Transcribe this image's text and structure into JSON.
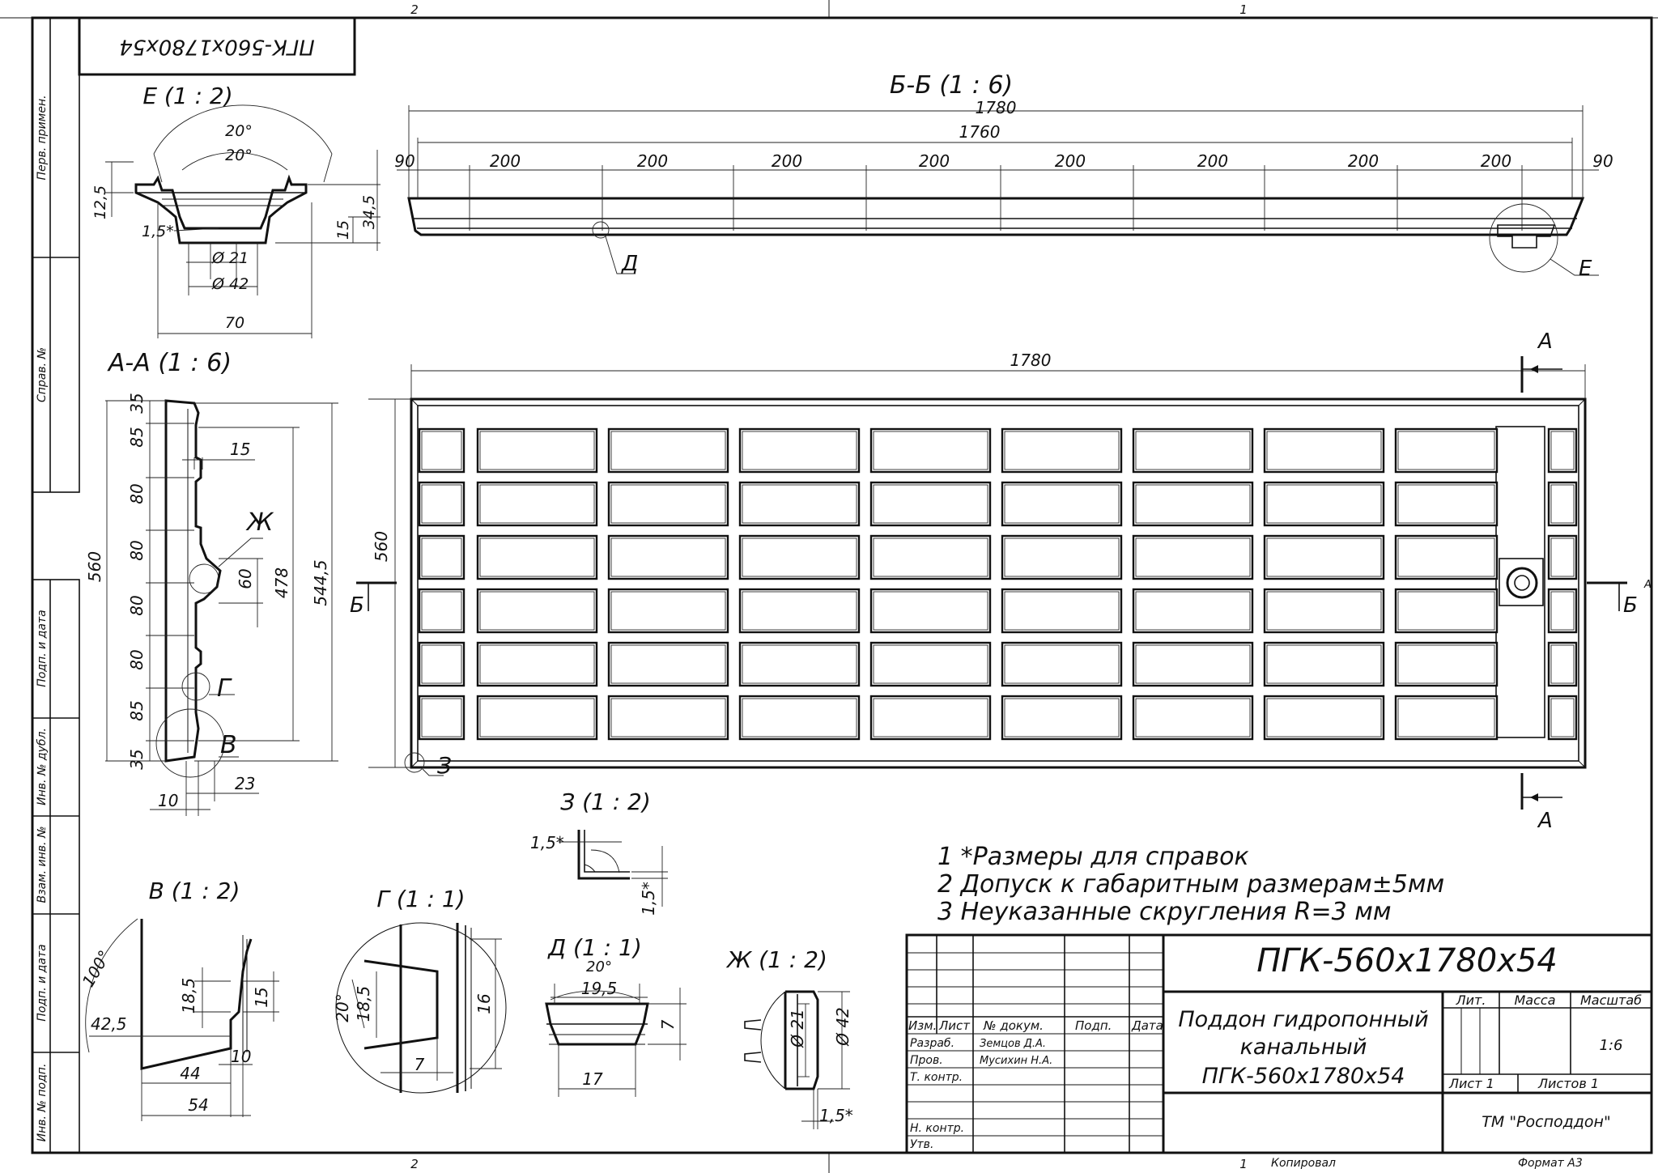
{
  "frame": {
    "top_zones": [
      "2",
      "1"
    ],
    "bottom_zones": [
      "2",
      "1"
    ],
    "stamp_label": "ПГК-560х1780х54",
    "side_labels": [
      "Перв. примен.",
      "Справ. №",
      "Подп. и дата",
      "Инв. № дубл.",
      "Взам. инв. №",
      "Подп. и дата",
      "Инв. № подп."
    ],
    "copy_label": "Копировал",
    "format_label": "Формат А3",
    "edge_mark": "А"
  },
  "views": {
    "E": {
      "title": "Е (1 : 2)",
      "dims": [
        "20°",
        "20°",
        "12,5",
        "1,5*",
        "34,5",
        "15",
        "Ø 21",
        "Ø 42",
        "70"
      ]
    },
    "BB": {
      "title": "Б-Б (1 : 6)",
      "total": "1780",
      "inner": "1760",
      "edge_left": "90",
      "edge_right": "90",
      "segments": [
        "200",
        "200",
        "200",
        "200",
        "200",
        "200",
        "200",
        "200"
      ],
      "leader_d": "Д",
      "leader_e": "Е"
    },
    "AA": {
      "title": "А-А (1 : 6)",
      "steps": [
        "35",
        "85",
        "80",
        "80",
        "80",
        "80",
        "85",
        "35"
      ],
      "width": "560",
      "d478": "478",
      "d544": "544,5",
      "d60": "60",
      "d15": "15",
      "d10": "10",
      "d23": "23",
      "leader_zh": "Ж",
      "leader_g": "Г",
      "leader_v": "В"
    },
    "plan": {
      "length": "1780",
      "width": "560",
      "cut_a": "А",
      "cut_b": "Б",
      "leader_z": "З"
    },
    "Z": {
      "title": "З (1 : 2)",
      "dims": [
        "1,5*",
        "1,5*"
      ]
    },
    "V": {
      "title": "В (1 : 2)",
      "dims": [
        "100°",
        "18,5",
        "15",
        "42,5",
        "10",
        "44",
        "54"
      ]
    },
    "G": {
      "title": "Г (1 : 1)",
      "dims": [
        "20°",
        "18,5",
        "16",
        "7"
      ]
    },
    "D": {
      "title": "Д (1 : 1)",
      "dims": [
        "20°",
        "19,5",
        "7",
        "17"
      ]
    },
    "ZH": {
      "title": "Ж (1 : 2)",
      "dims": [
        "Ø 21",
        "Ø 42",
        "1,5*"
      ]
    }
  },
  "notes": [
    "1 *Размеры для справок",
    "2 Допуск к габаритным размерам±5мм",
    "3 Неуказанные скругления R=3 мм"
  ],
  "title_block": {
    "designation": "ПГК-560х1780х54",
    "name_lines": [
      "Поддон гидропонный",
      "канальный",
      "ПГК-560х1780х54"
    ],
    "col_headers": [
      "Изм.",
      "Лист",
      "№ докум.",
      "Подп.",
      "Дата"
    ],
    "roles": [
      "Разраб.",
      "Пров.",
      "Т. контр.",
      "Н. контр.",
      "Утв."
    ],
    "names": [
      "Земцов Д.А.",
      "Мусихин Н.А."
    ],
    "lit_label": "Лит.",
    "mass_label": "Масса",
    "scale_label": "Масштаб",
    "scale": "1:6",
    "sheet": "Лист 1",
    "sheets": "Листов 1",
    "org": "ТМ \"Росподдон\""
  }
}
